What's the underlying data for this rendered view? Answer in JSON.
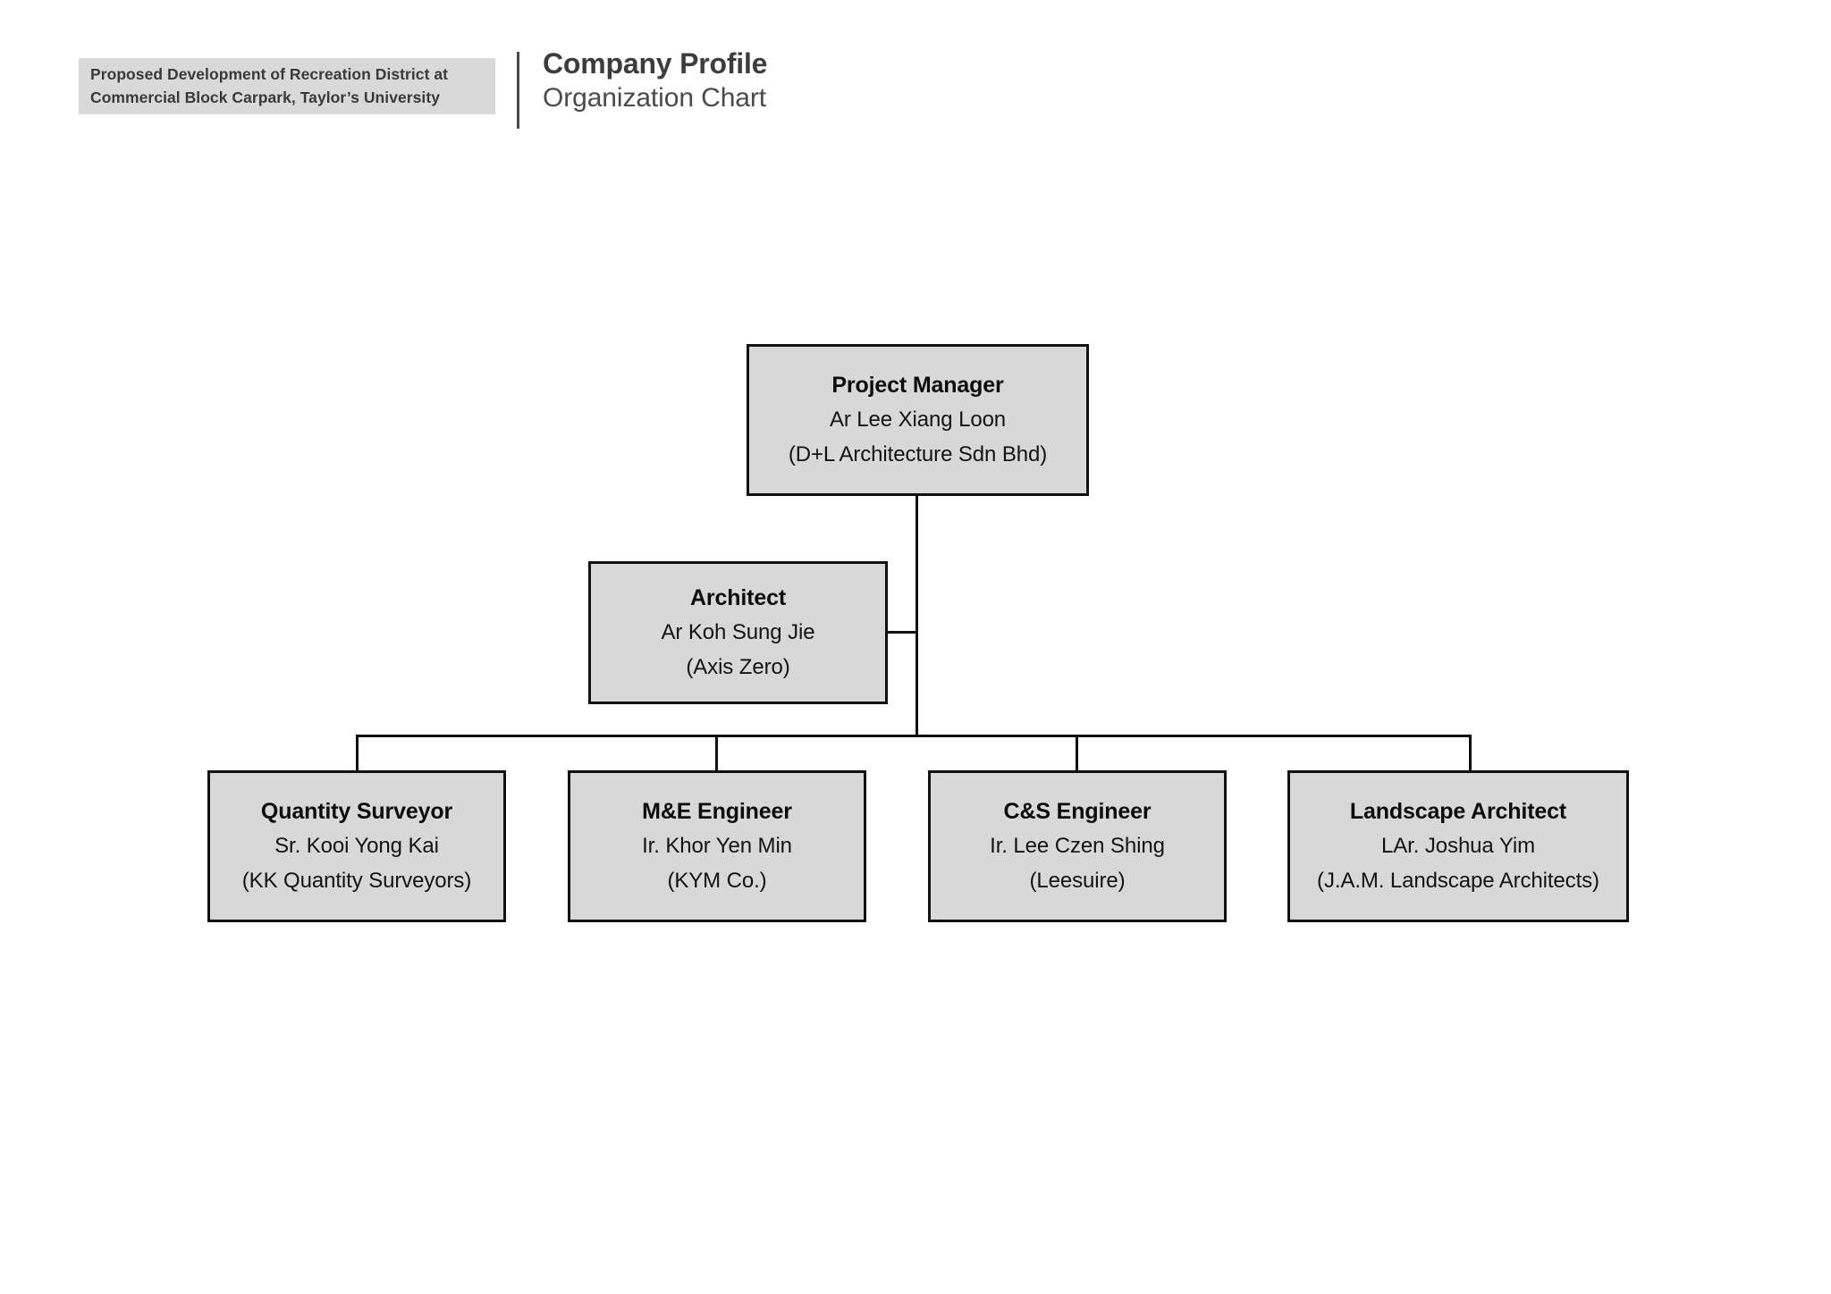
{
  "header": {
    "project_label_line1": "Proposed Development of Recreation District at",
    "project_label_line2": "Commercial Block Carpark, Taylor’s University",
    "title": "Company Profile",
    "subtitle": "Organization Chart",
    "label_bg_color": "#d9d9d9",
    "divider_color": "#4a4a4a"
  },
  "chart_data": {
    "type": "diagram",
    "diagram_type": "organization-chart",
    "title": "Company Profile — Organization Chart",
    "box_fill_color": "#d8d8d8",
    "box_border_color": "#111111",
    "connector_color": "#111111",
    "nodes": [
      {
        "id": "project-manager",
        "role": "Project Manager",
        "person": "Ar Lee Xiang Loon",
        "company": "(D+L Architecture Sdn Bhd)",
        "level": 0,
        "parent": null
      },
      {
        "id": "architect",
        "role": "Architect",
        "person": "Ar Koh Sung Jie",
        "company": "(Axis Zero)",
        "level": 1,
        "parent": "project-manager"
      },
      {
        "id": "quantity-surveyor",
        "role": "Quantity Surveyor",
        "person": "Sr. Kooi Yong Kai",
        "company": "(KK Quantity Surveyors)",
        "level": 2,
        "parent": "project-manager"
      },
      {
        "id": "me-engineer",
        "role": "M&E Engineer",
        "person": "Ir. Khor Yen Min",
        "company": "(KYM Co.)",
        "level": 2,
        "parent": "project-manager"
      },
      {
        "id": "cs-engineer",
        "role": "C&S Engineer",
        "person": "Ir. Lee Czen Shing",
        "company": "(Leesuire)",
        "level": 2,
        "parent": "project-manager"
      },
      {
        "id": "landscape-architect",
        "role": "Landscape Architect",
        "person": "LAr. Joshua Yim",
        "company": "(J.A.M. Landscape Architects)",
        "level": 2,
        "parent": "project-manager"
      }
    ],
    "edges": [
      {
        "from": "project-manager",
        "to": "architect"
      },
      {
        "from": "project-manager",
        "to": "quantity-surveyor"
      },
      {
        "from": "project-manager",
        "to": "me-engineer"
      },
      {
        "from": "project-manager",
        "to": "cs-engineer"
      },
      {
        "from": "project-manager",
        "to": "landscape-architect"
      }
    ]
  }
}
